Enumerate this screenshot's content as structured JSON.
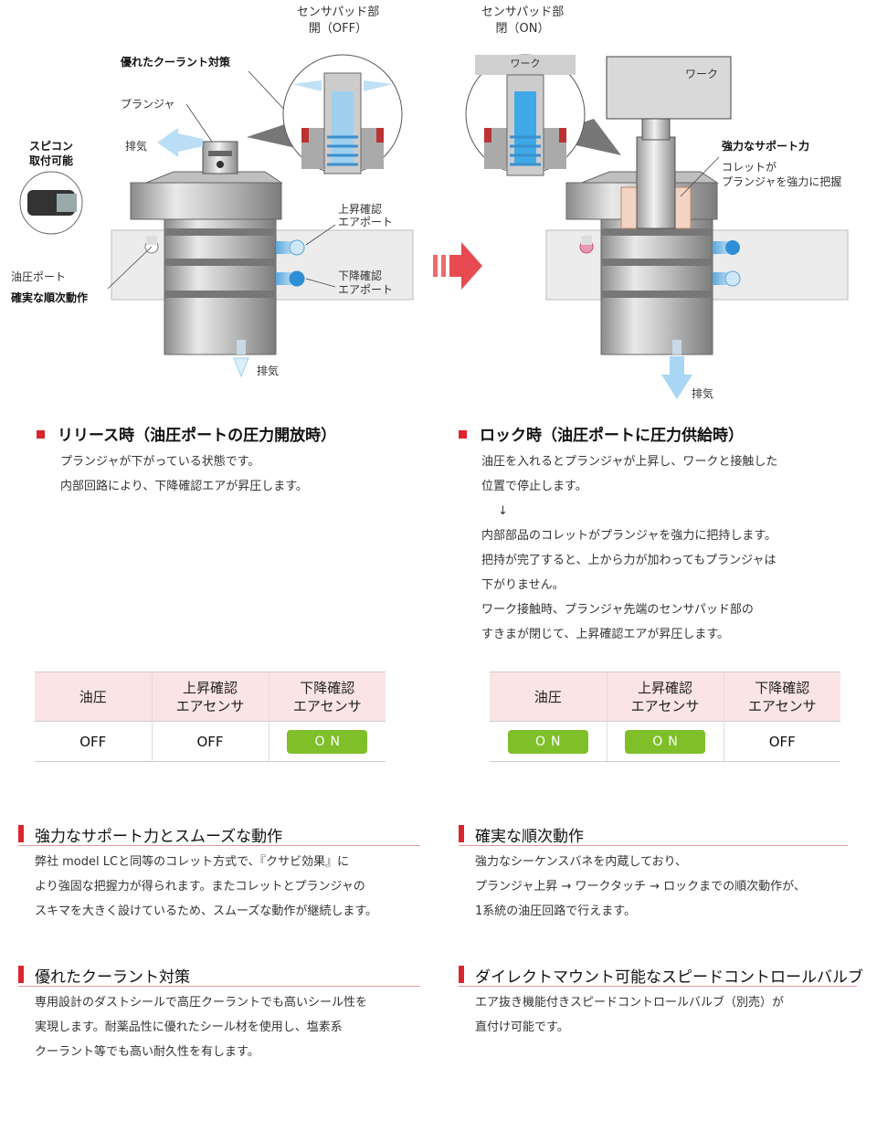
{
  "diagram": {
    "left": {
      "sensor_title_1": "センサパッド部",
      "sensor_title_2": "開（OFF）",
      "coolant": "優れたクーラント対策",
      "plunger": "プランジャ",
      "exhaust": "排気",
      "spicon_1": "スピコン",
      "spicon_2": "取付可能",
      "up_port_1": "上昇確認",
      "up_port_2": "エアポート",
      "oil_port": "油圧ポート",
      "sequence": "確実な順次動作",
      "down_port_1": "下降確認",
      "down_port_2": "エアポート",
      "exhaust_bottom": "排気"
    },
    "right": {
      "sensor_title_1": "センサパッド部",
      "sensor_title_2": "閉（ON）",
      "work_small": "ワーク",
      "work": "ワーク",
      "support": "強力なサポート力",
      "collet_1": "コレットが",
      "collet_2": "プランジャを強力に把握",
      "exhaust_bottom": "排気"
    }
  },
  "release": {
    "title": "リリース時（油圧ポートの圧力開放時）",
    "lines": [
      "プランジャが下がっている状態です。",
      "内部回路により、下降確認エアが昇圧します。"
    ]
  },
  "lock": {
    "title": "ロック時（油圧ポートに圧力供給時）",
    "lines": [
      "油圧を入れるとプランジャが上昇し、ワークと接触した",
      "位置で停止します。",
      "↓",
      "内部部品のコレットがプランジャを強力に把持します。",
      "把持が完了すると、上から力が加わってもプランジャは",
      "下がりません。",
      "ワーク接触時、プランジャ先端のセンサパッド部の",
      "すきまが閉じて、上昇確認エアが昇圧します。"
    ]
  },
  "tables": {
    "headers": {
      "oil": "油圧",
      "up_1": "上昇確認",
      "up_2": "エアセンサ",
      "down_1": "下降確認",
      "down_2": "エアセンサ"
    },
    "release_row": [
      "OFF",
      "OFF",
      "ON"
    ],
    "lock_row": [
      "ON",
      "ON",
      "OFF"
    ]
  },
  "features": [
    {
      "title": "強力なサポート力とスムーズな動作",
      "lines": [
        "弊社 model LCと同等のコレット方式で、『クサビ効果』に",
        "より強固な把握力が得られます。またコレットとプランジャの",
        "スキマを大きく設けているため、スムーズな動作が継続します。"
      ]
    },
    {
      "title": "確実な順次動作",
      "lines": [
        "強力なシーケンスバネを内蔵しており、",
        "プランジャ上昇 → ワークタッチ → ロックまでの順次動作が、",
        "1系統の油圧回路で行えます。"
      ]
    },
    {
      "title": "優れたクーラント対策",
      "lines": [
        "専用設計のダストシールで高圧クーラントでも高いシール性を",
        "実現します。耐薬品性に優れたシール材を使用し、塩素系",
        "クーラント等でも高い耐久性を有します。"
      ]
    },
    {
      "title": "ダイレクトマウント可能なスピードコントロールバルブ",
      "lines": [
        "エア抜き機能付きスピードコントロールバルブ（別売）が",
        "直付け可能です。"
      ]
    }
  ],
  "colors": {
    "accent": "#d9262e",
    "on": "#7fbf2a",
    "header_bg": "#fbe4e5",
    "air": "#9fd0ee"
  }
}
